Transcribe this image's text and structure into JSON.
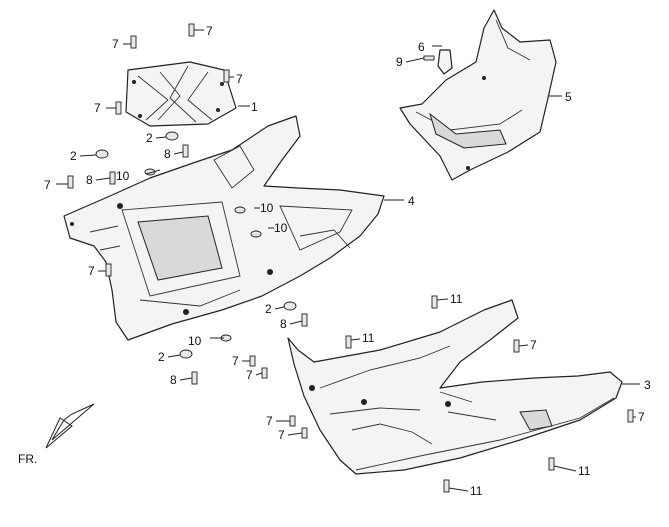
{
  "orientation_label": "FR.",
  "callouts": [
    {
      "id": "c1",
      "label": "1"
    },
    {
      "id": "c2a",
      "label": "2"
    },
    {
      "id": "c2b",
      "label": "2"
    },
    {
      "id": "c2c",
      "label": "2"
    },
    {
      "id": "c2d",
      "label": "2"
    },
    {
      "id": "c3",
      "label": "3"
    },
    {
      "id": "c4",
      "label": "4"
    },
    {
      "id": "c5",
      "label": "5"
    },
    {
      "id": "c6",
      "label": "6"
    },
    {
      "id": "c7a",
      "label": "7"
    },
    {
      "id": "c7b",
      "label": "7"
    },
    {
      "id": "c7c",
      "label": "7"
    },
    {
      "id": "c7d",
      "label": "7"
    },
    {
      "id": "c7e",
      "label": "7"
    },
    {
      "id": "c7f",
      "label": "7"
    },
    {
      "id": "c7g",
      "label": "7"
    },
    {
      "id": "c7h",
      "label": "7"
    },
    {
      "id": "c7i",
      "label": "7"
    },
    {
      "id": "c7j",
      "label": "7"
    },
    {
      "id": "c7k",
      "label": "7"
    },
    {
      "id": "c7l",
      "label": "7"
    },
    {
      "id": "c8a",
      "label": "8"
    },
    {
      "id": "c8b",
      "label": "8"
    },
    {
      "id": "c8c",
      "label": "8"
    },
    {
      "id": "c8d",
      "label": "8"
    },
    {
      "id": "c9",
      "label": "9"
    },
    {
      "id": "c10a",
      "label": "10"
    },
    {
      "id": "c10b",
      "label": "10"
    },
    {
      "id": "c10c",
      "label": "10"
    },
    {
      "id": "c10d",
      "label": "10"
    },
    {
      "id": "c11a",
      "label": "11"
    },
    {
      "id": "c11b",
      "label": "11"
    },
    {
      "id": "c11c",
      "label": "11"
    },
    {
      "id": "c11d",
      "label": "11"
    }
  ]
}
